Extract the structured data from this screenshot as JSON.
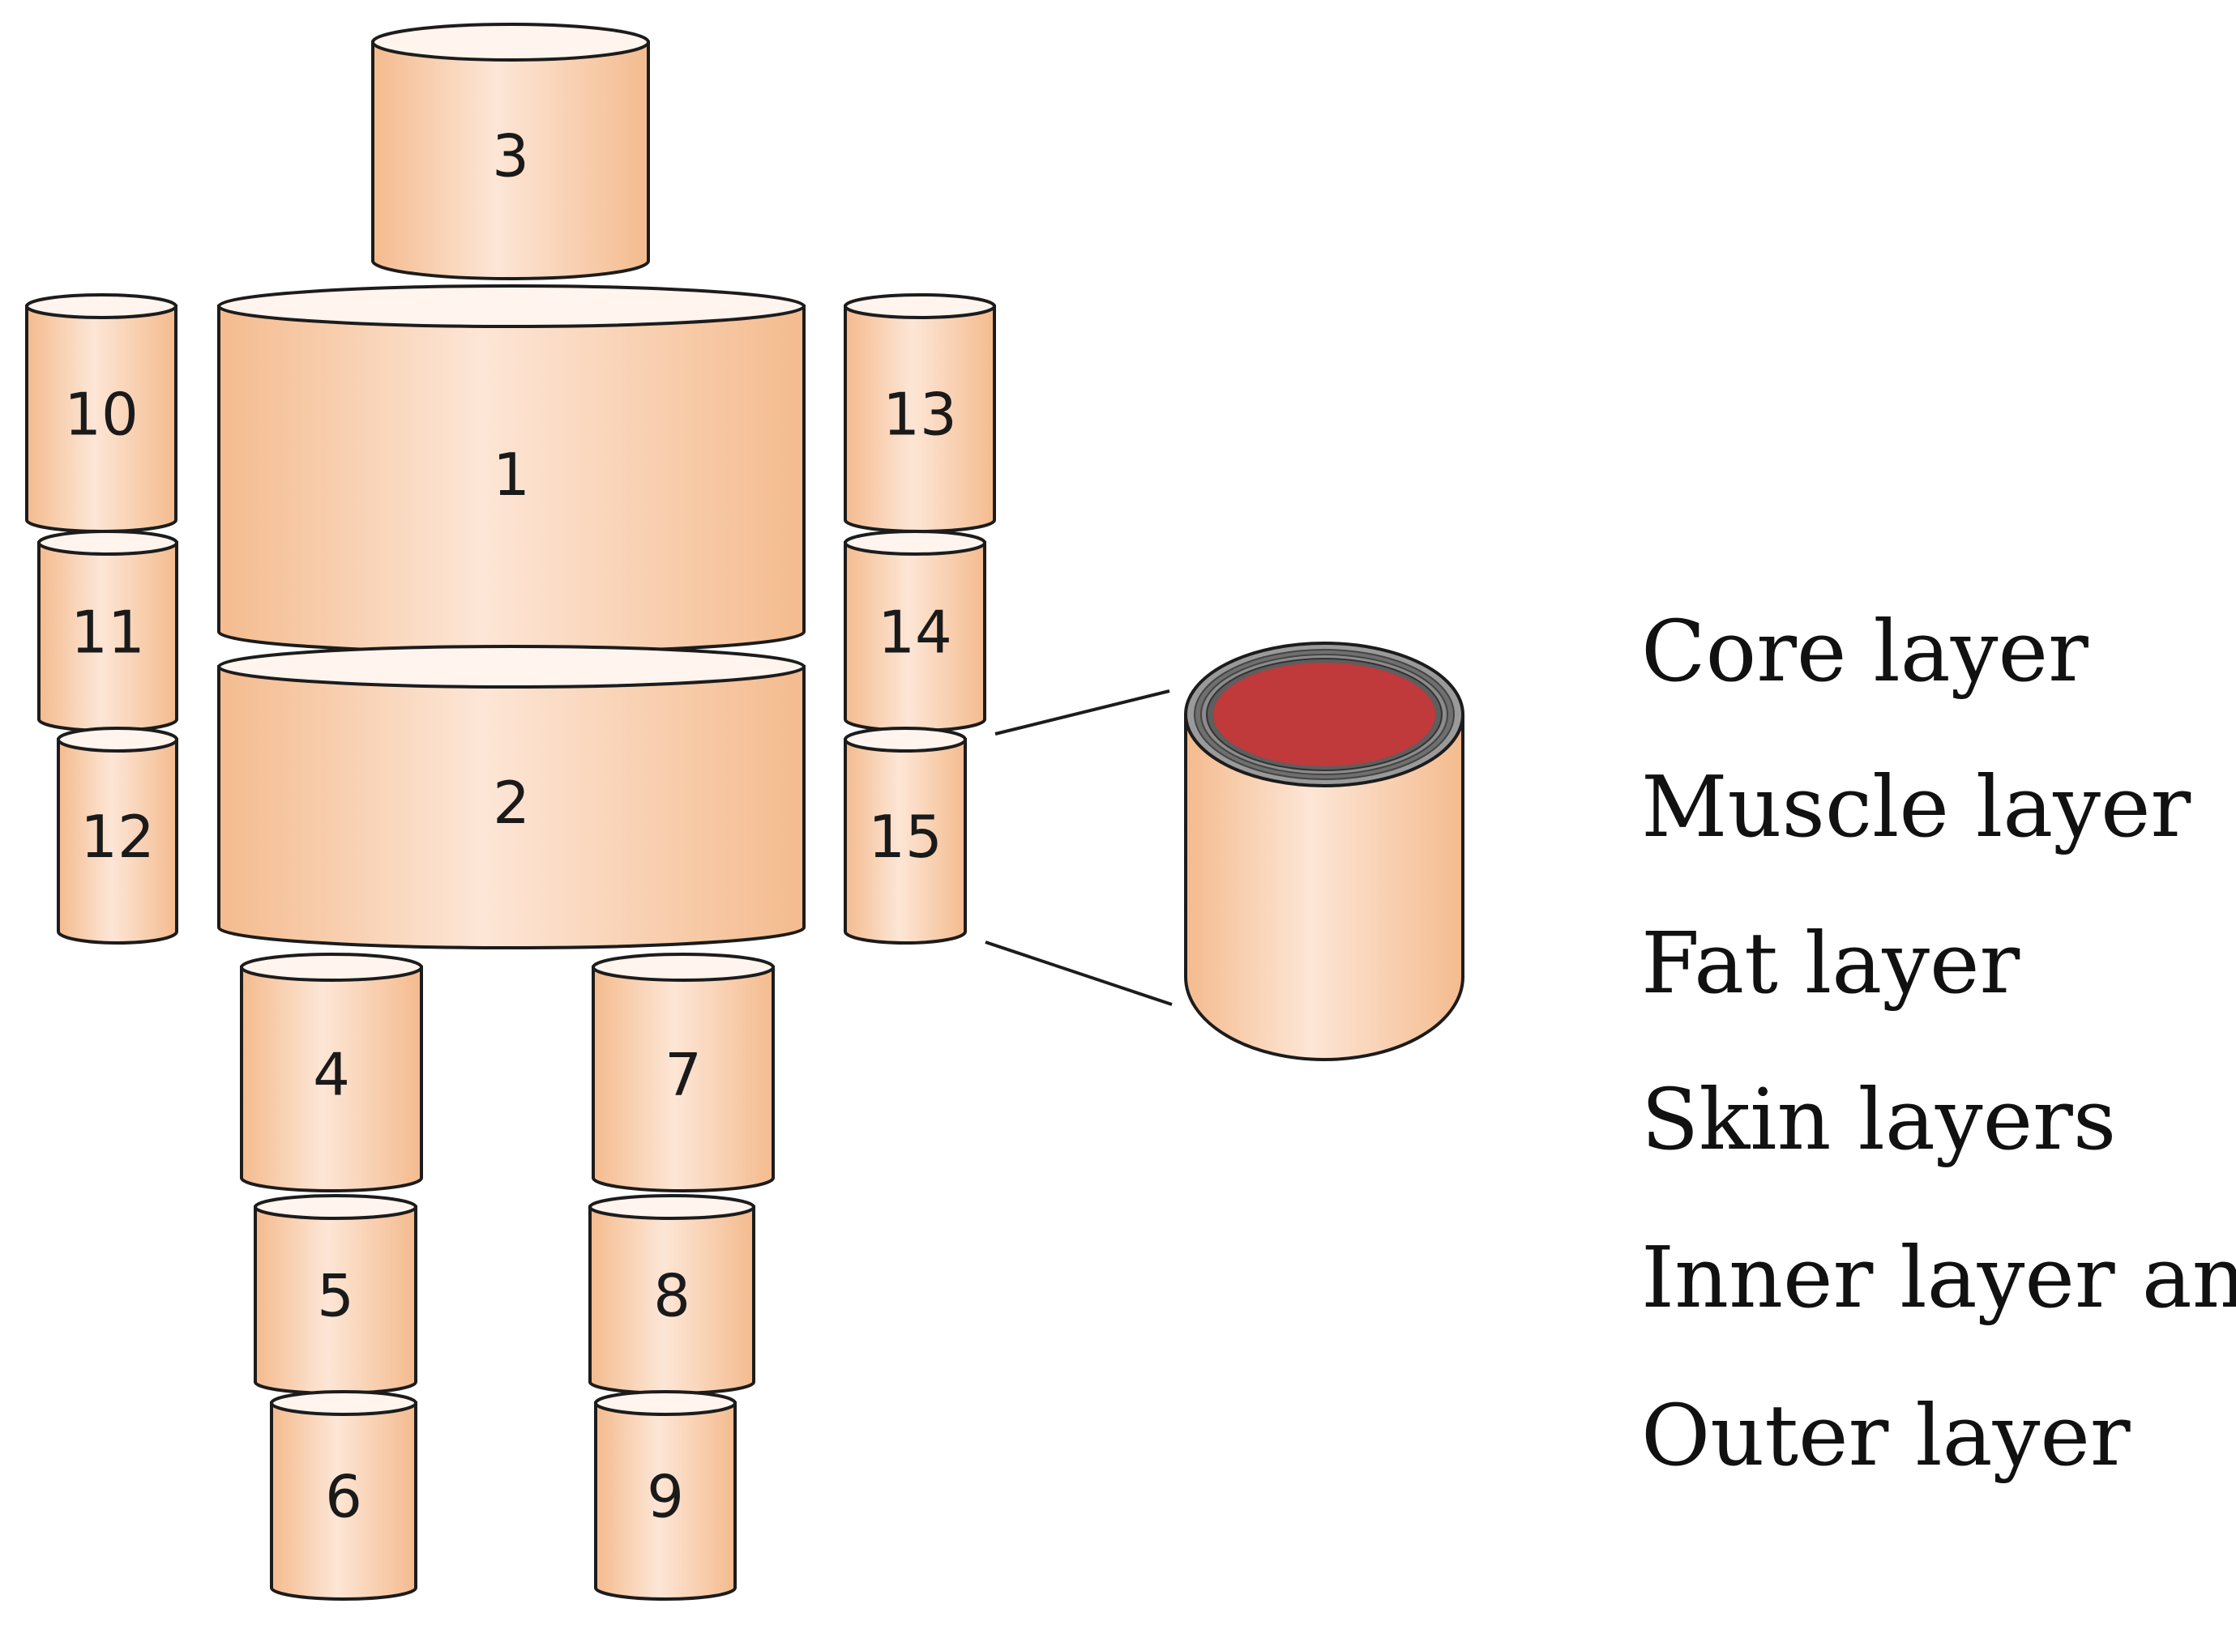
{
  "segments": [
    {
      "id": "1",
      "label": "1"
    },
    {
      "id": "2",
      "label": "2"
    },
    {
      "id": "3",
      "label": "3"
    },
    {
      "id": "4",
      "label": "4"
    },
    {
      "id": "5",
      "label": "5"
    },
    {
      "id": "6",
      "label": "6"
    },
    {
      "id": "7",
      "label": "7"
    },
    {
      "id": "8",
      "label": "8"
    },
    {
      "id": "9",
      "label": "9"
    },
    {
      "id": "10",
      "label": "10"
    },
    {
      "id": "11",
      "label": "11"
    },
    {
      "id": "12",
      "label": "12"
    },
    {
      "id": "13",
      "label": "13"
    },
    {
      "id": "14",
      "label": "14"
    },
    {
      "id": "15",
      "label": "15"
    }
  ],
  "legend": [
    "Core layer",
    "Muscle layer",
    "Fat layer",
    "Skin layers",
    "Inner layer and",
    "Outer layer"
  ],
  "colors": {
    "skin_edge": "#f4bb8e",
    "skin_highlight": "#fde6d6",
    "top_face": "#fff4ee",
    "core": "#c0393b",
    "layer_ring": "#8a8a8a",
    "outline": "#1c1c1c"
  }
}
